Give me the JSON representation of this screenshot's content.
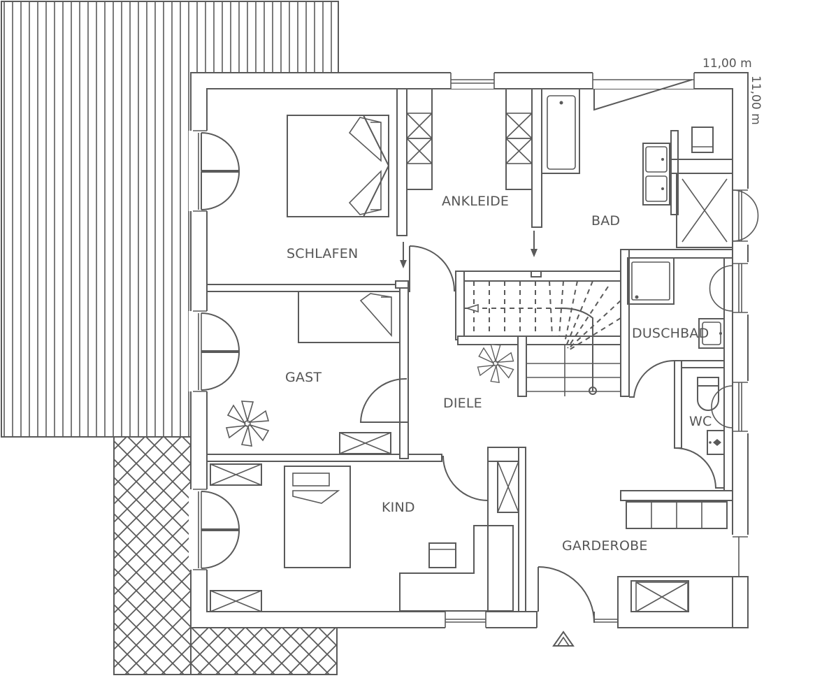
{
  "plan": {
    "dimensions": {
      "width": "11,00 m",
      "depth": "11,00 m"
    },
    "rooms": {
      "schlafen": "SCHLAFEN",
      "ankleide": "ANKLEIDE",
      "bad": "BAD",
      "duschbad": "DUSCHBAD",
      "gast": "GAST",
      "diele": "DIELE",
      "wc": "WC",
      "kind": "KIND",
      "garderobe": "GARDEROBE"
    },
    "colors": {
      "line": "#5a5a5a",
      "text": "#555555",
      "background": "#ffffff"
    },
    "icons": {
      "entrance": "entrance-triangle-icon",
      "plant": "potted-plant-icon",
      "north_arrow": "none"
    }
  }
}
